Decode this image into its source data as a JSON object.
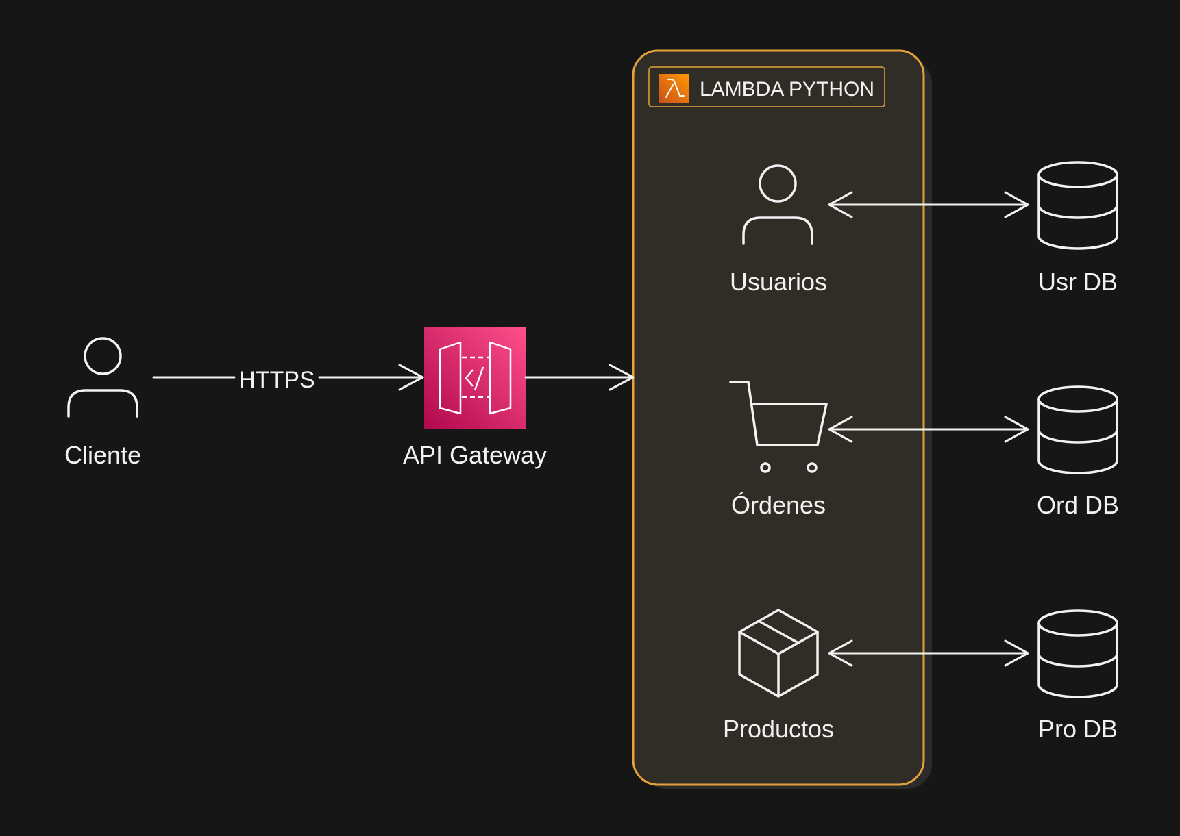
{
  "diagram": {
    "background": "#161616",
    "stroke_color": "#f2f2f2",
    "group": {
      "title": "LAMBDA PYTHON",
      "border_color": "#e5a23b",
      "fill_color": "#302d27",
      "icon": "lambda-icon",
      "icon_color": "#ed7100"
    },
    "nodes": {
      "client": {
        "label": "Cliente",
        "icon": "user-icon"
      },
      "gateway": {
        "label": "API Gateway",
        "icon": "api-gateway-icon",
        "color": "#e7157b"
      },
      "users": {
        "label": "Usuarios",
        "icon": "user-icon"
      },
      "orders": {
        "label": "Órdenes",
        "icon": "cart-icon"
      },
      "products": {
        "label": "Productos",
        "icon": "box-icon"
      },
      "users_db": {
        "label": "Usr DB",
        "icon": "database-icon"
      },
      "orders_db": {
        "label": "Ord DB",
        "icon": "database-icon"
      },
      "products_db": {
        "label": "Pro DB",
        "icon": "database-icon"
      }
    },
    "edges": {
      "client_to_gateway": {
        "label": "HTTPS"
      }
    }
  }
}
